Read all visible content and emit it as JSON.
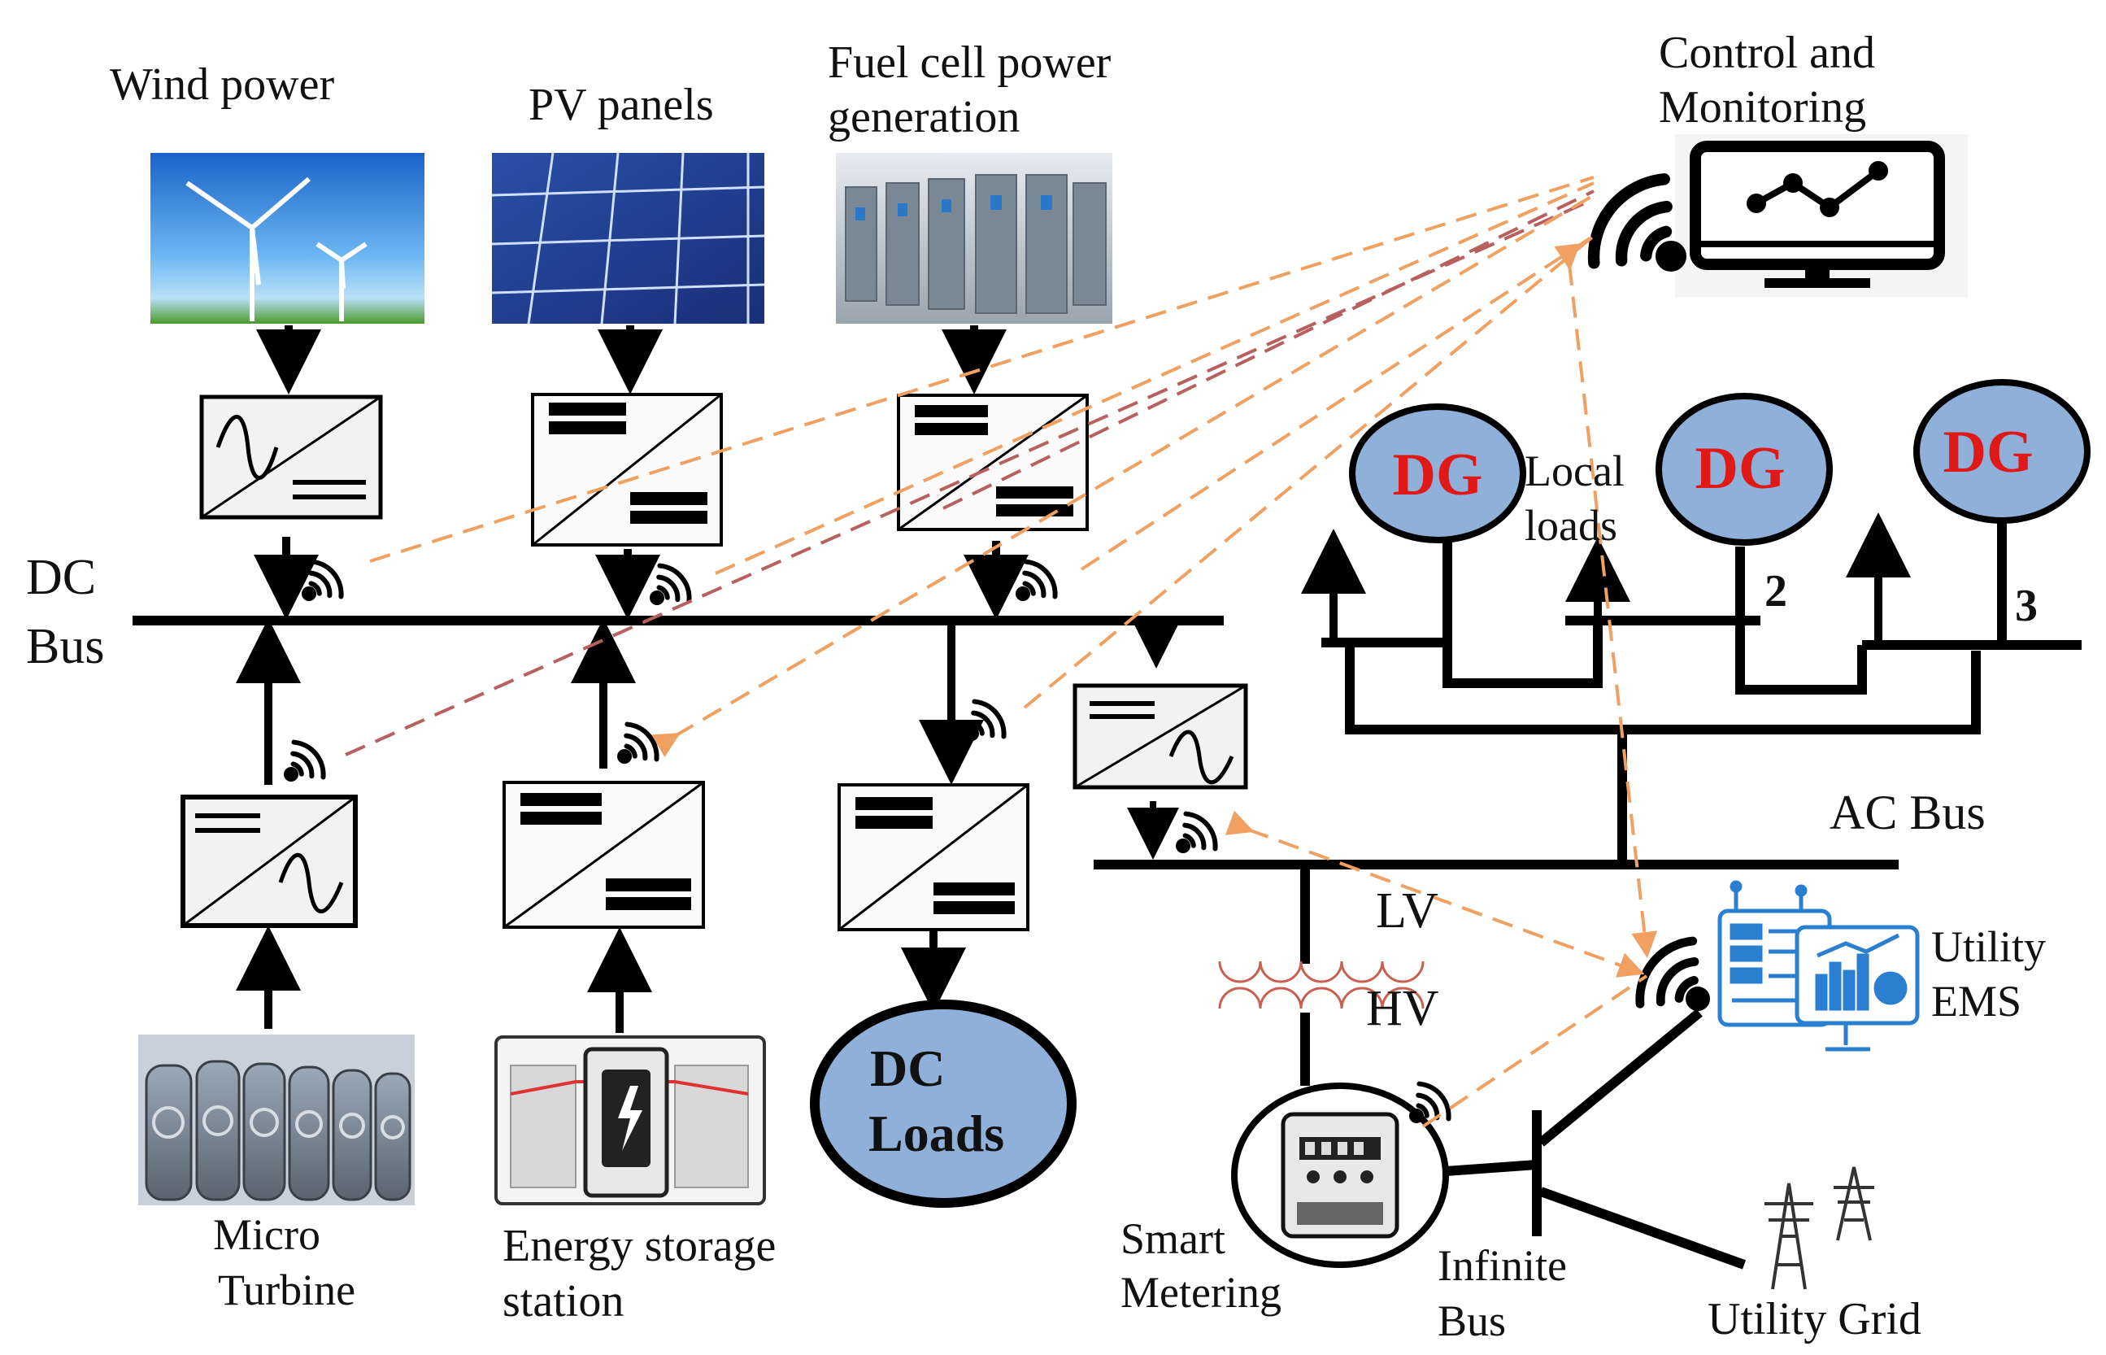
{
  "sources": {
    "wind": "Wind power",
    "pv": "PV panels",
    "fuel_cell_line1": "Fuel cell power",
    "fuel_cell_line2": "generation",
    "micro_turbine_line1": "Micro",
    "micro_turbine_line2": "Turbine",
    "storage_line1": "Energy  storage",
    "storage_line2": "station"
  },
  "buses": {
    "dc_line1": "DC",
    "dc_line2": "Bus",
    "ac": "AC Bus",
    "infinite_line1": "Infinite",
    "infinite_line2": "Bus"
  },
  "loads": {
    "dc_line1": "DC",
    "dc_line2": "Loads",
    "local_line1": "Local",
    "local_line2": "loads"
  },
  "generators": {
    "dg_label": "DG",
    "dg2_number": "2",
    "dg3_number": "3"
  },
  "transformer": {
    "lv": "LV",
    "hv": "HV"
  },
  "control": {
    "title_line1": "Control and",
    "title_line2": "Monitoring",
    "ems_line1": "Utility",
    "ems_line2": "EMS",
    "smart_line1": "Smart",
    "smart_line2": "Metering",
    "grid": "Utility Grid"
  },
  "colors": {
    "line": "#000000",
    "dashed_orange": "#f0a060",
    "dashed_red": "#b86060",
    "dg_fill": "#8fb0d8",
    "dg_text": "#e01818",
    "ems_blue": "#2a7fd0"
  }
}
